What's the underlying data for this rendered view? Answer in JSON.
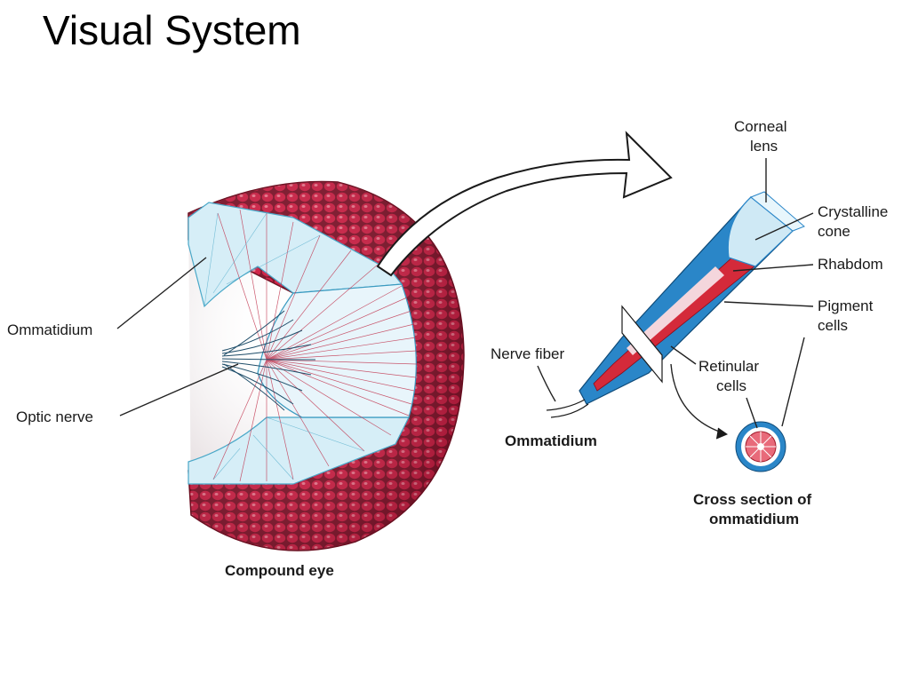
{
  "slide": {
    "title": "Visual System"
  },
  "labels": {
    "ommatidium_left": "Ommatidium",
    "optic_nerve": "Optic nerve",
    "compound_eye": "Compound eye",
    "nerve_fiber": "Nerve fiber",
    "ommatidium_bold": "Ommatidium",
    "corneal": [
      "Corneal",
      "lens"
    ],
    "crystalline": [
      "Crystalline",
      "cone"
    ],
    "rhabdom": "Rhabdom",
    "pigment": [
      "Pigment",
      "cells"
    ],
    "retinular": [
      "Retinular",
      "cells"
    ],
    "cross_section": [
      "Cross section of",
      "ommatidium"
    ]
  },
  "colors": {
    "facet_red": "#c8143c",
    "cone_blue": "#bfe3f0",
    "pigment_blue": "#2a86c8",
    "rhabdom_red": "#d42a3a"
  }
}
